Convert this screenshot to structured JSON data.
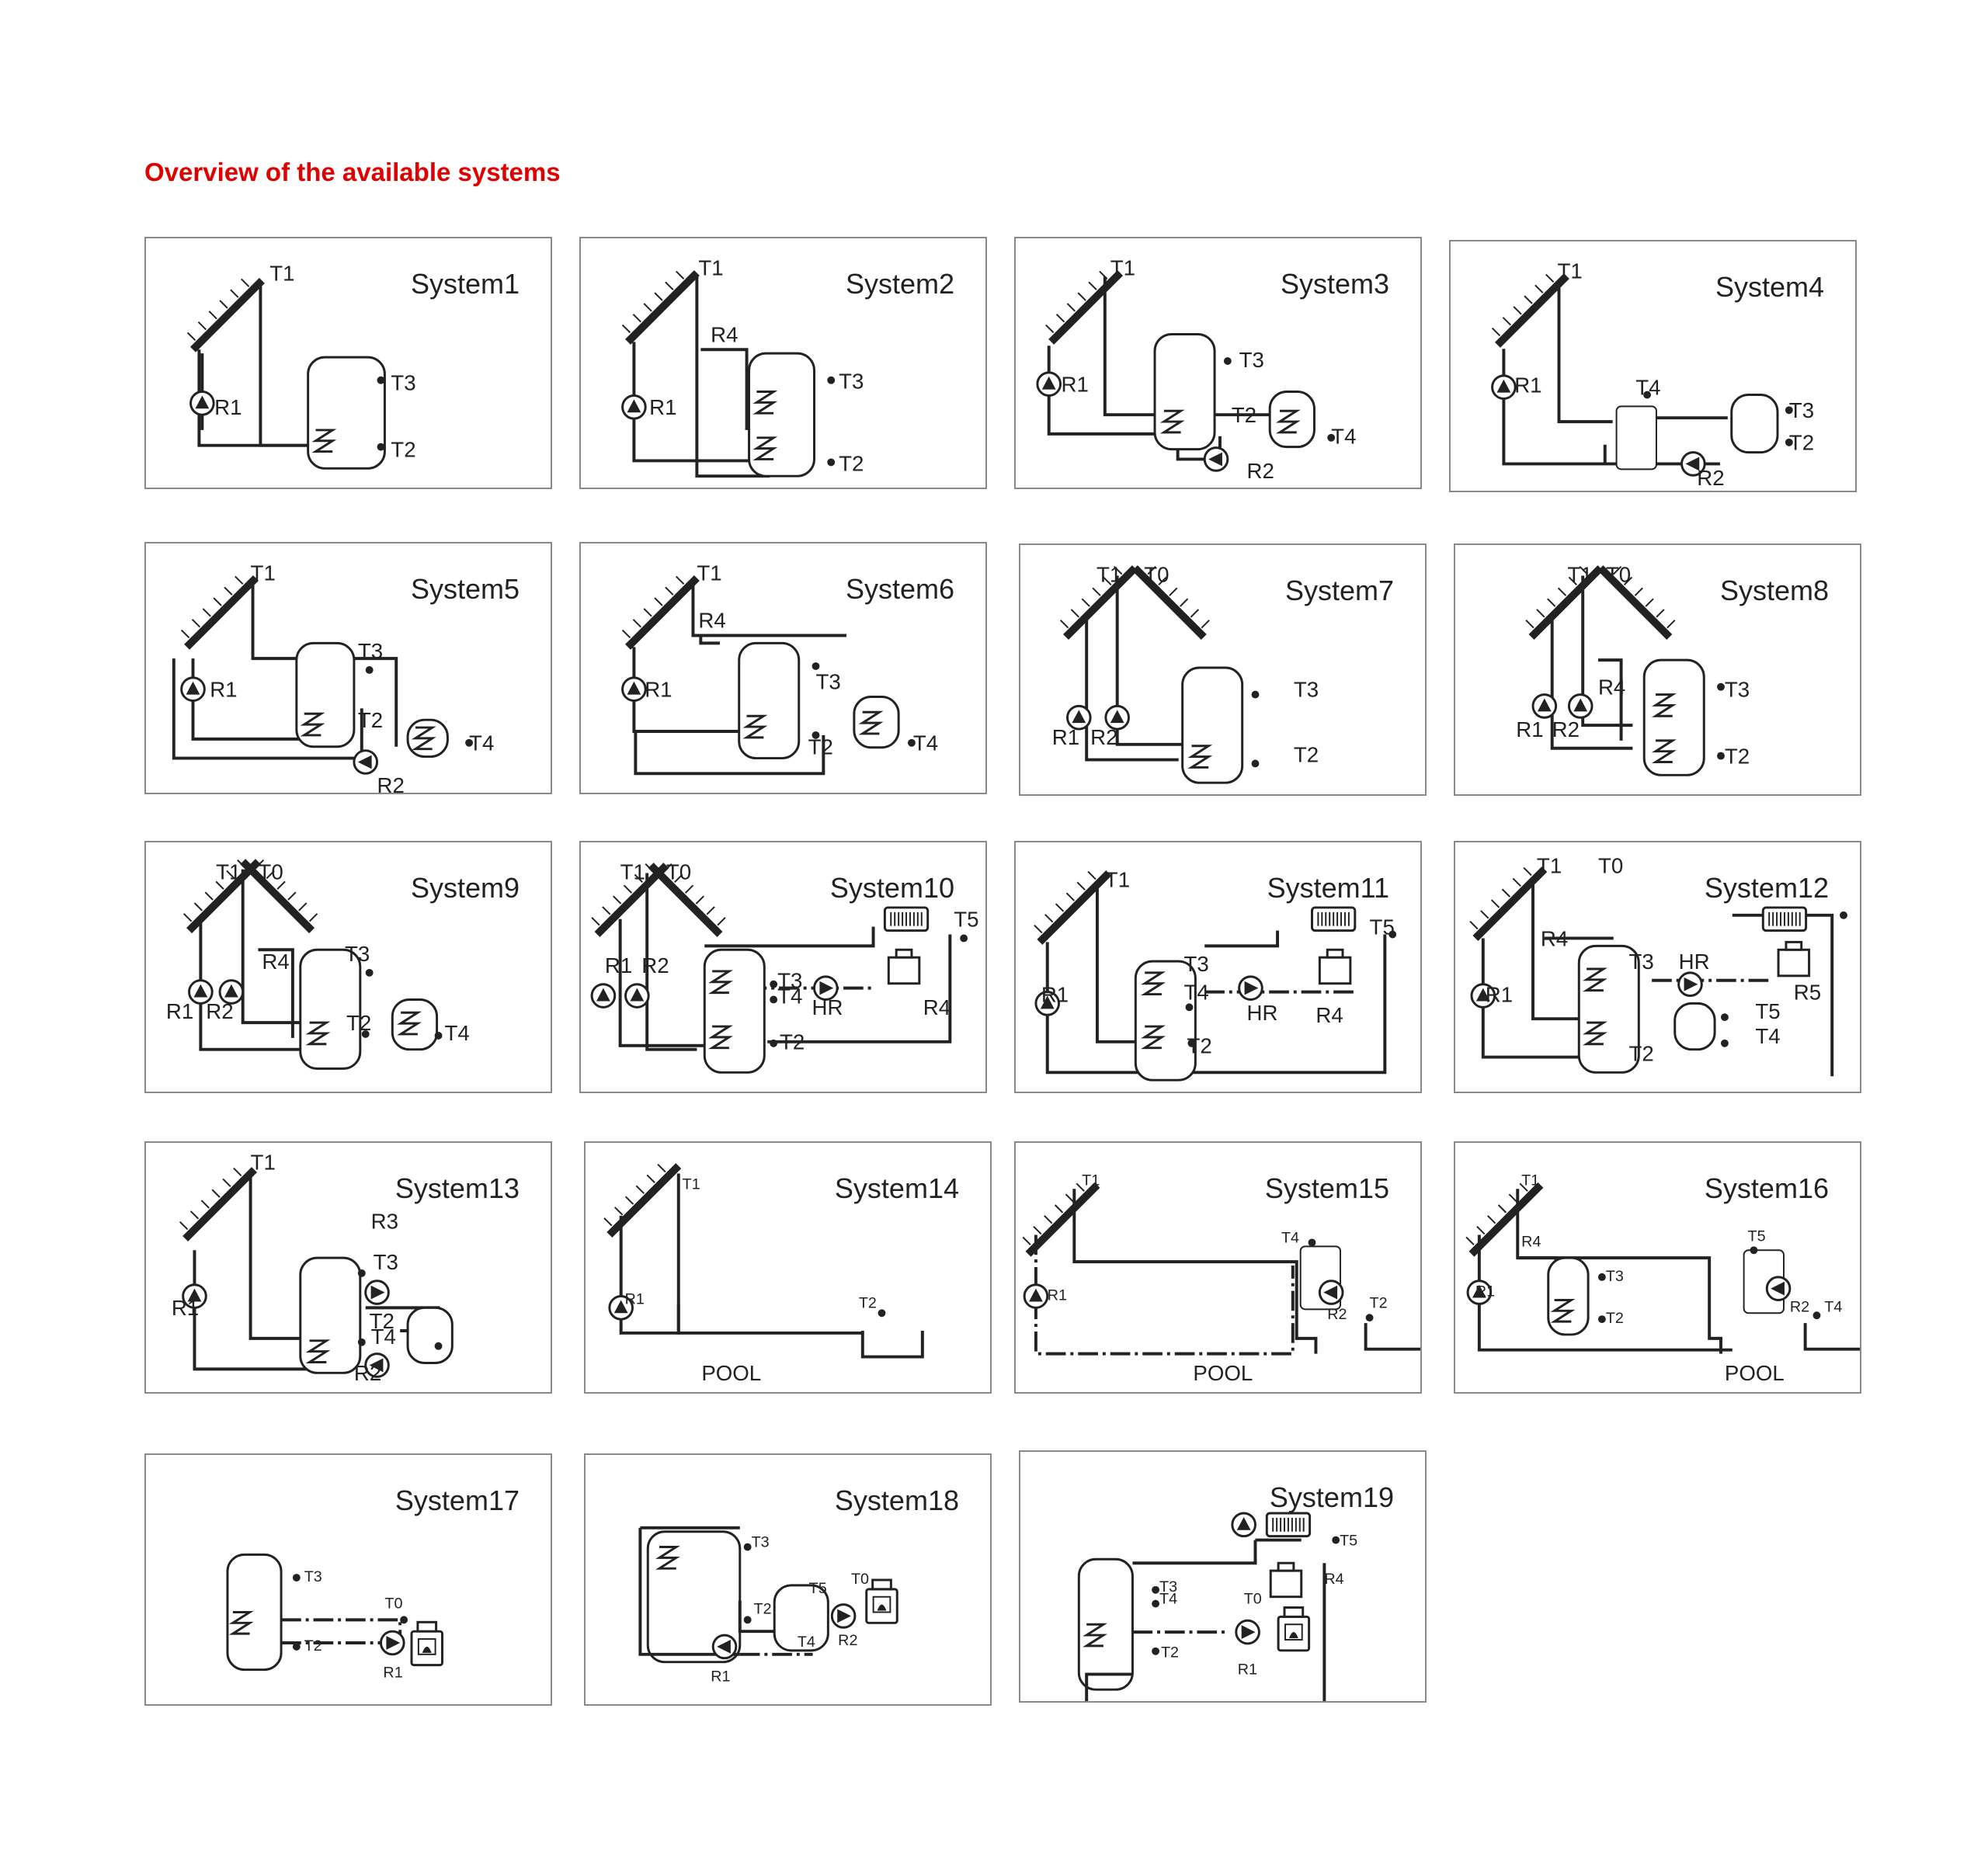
{
  "page": {
    "title": "Overview of the available systems",
    "title_color": "#e00000",
    "line_color": "#222222",
    "border_color": "#8a8a8a"
  },
  "systems": [
    {
      "name": "System1",
      "labels": [
        "T1",
        "T3",
        "T2",
        "R1"
      ]
    },
    {
      "name": "System2",
      "labels": [
        "T1",
        "R4",
        "T3",
        "T2",
        "R1"
      ]
    },
    {
      "name": "System3",
      "labels": [
        "T1",
        "T3",
        "T2",
        "T4",
        "R1",
        "R2"
      ]
    },
    {
      "name": "System4",
      "labels": [
        "T1",
        "T4",
        "T3",
        "T2",
        "R1",
        "R2"
      ]
    },
    {
      "name": "System5",
      "labels": [
        "T1",
        "T3",
        "T2",
        "T4",
        "R1",
        "R2"
      ]
    },
    {
      "name": "System6",
      "labels": [
        "T1",
        "R4",
        "T3",
        "T2",
        "T4",
        "R1"
      ]
    },
    {
      "name": "System7",
      "labels": [
        "T1",
        "T0",
        "T3",
        "T2",
        "R1",
        "R2"
      ]
    },
    {
      "name": "System8",
      "labels": [
        "T1",
        "T0",
        "R4",
        "T3",
        "T2",
        "R1",
        "R2"
      ]
    },
    {
      "name": "System9",
      "labels": [
        "T1",
        "T0",
        "R4",
        "T3",
        "T2",
        "T4",
        "R1",
        "R2"
      ]
    },
    {
      "name": "System10",
      "labels": [
        "T1",
        "T0",
        "T5",
        "T3",
        "T4",
        "HR",
        "R4",
        "T2",
        "R1",
        "R2"
      ]
    },
    {
      "name": "System11",
      "labels": [
        "T1",
        "T5",
        "T3",
        "T4",
        "HR",
        "R4",
        "T2",
        "R1"
      ]
    },
    {
      "name": "System12",
      "labels": [
        "T1",
        "T0",
        "R4",
        "T3",
        "HR",
        "R5",
        "T5",
        "T4",
        "T2",
        "R1"
      ]
    },
    {
      "name": "System13",
      "labels": [
        "T1",
        "T3",
        "R3",
        "T2",
        "T4",
        "R1",
        "R2"
      ]
    },
    {
      "name": "System14",
      "labels": [
        "T1",
        "T2",
        "R1",
        "POOL"
      ]
    },
    {
      "name": "System15",
      "labels": [
        "T1",
        "T4",
        "R2",
        "T2",
        "R1",
        "POOL"
      ]
    },
    {
      "name": "System16",
      "labels": [
        "T1",
        "R4",
        "T5",
        "T3",
        "T2",
        "R2",
        "T4",
        "R1",
        "POOL"
      ]
    },
    {
      "name": "System17",
      "labels": [
        "T3",
        "T0",
        "T2",
        "R1"
      ]
    },
    {
      "name": "System18",
      "labels": [
        "T3",
        "T5",
        "T0",
        "T2",
        "T4",
        "R2",
        "R1"
      ]
    },
    {
      "name": "System19",
      "labels": [
        "T5",
        "R4",
        "T3",
        "T4",
        "T0",
        "T2",
        "R1"
      ]
    }
  ]
}
